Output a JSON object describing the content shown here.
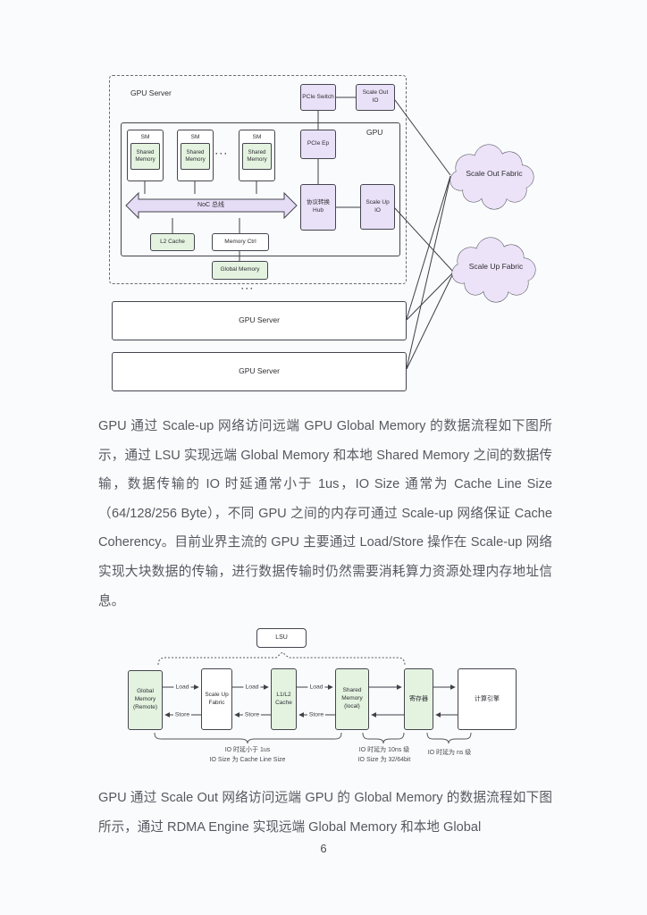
{
  "page": {
    "number": "6"
  },
  "colors": {
    "purple": "#e9e1f7",
    "green": "#e4f3e0",
    "cloud_fill": "#ece3f8",
    "line": "#3f3f46",
    "text": "#55595f"
  },
  "paragraphs": {
    "p1": "GPU 通过 Scale-up 网络访问远端 GPU Global Memory 的数据流程如下图所示，通过 LSU 实现远端 Global Memory 和本地 Shared Memory 之间的数据传输，数据传输的 IO 时延通常小于 1us，IO Size 通常为 Cache Line Size（64/128/256 Byte），不同 GPU 之间的内存可通过 Scale-up 网络保证 Cache Coherency。目前业界主流的 GPU 主要通过 Load/Store 操作在 Scale-up 网络实现大块数据的传输，进行数据传输时仍然需要消耗算力资源处理内存地址信息。",
    "p2": "GPU 通过 Scale Out 网络访问远端 GPU 的 Global Memory 的数据流程如下图所示，通过 RDMA Engine 实现远端 Global Memory 和本地 Global"
  },
  "diagram1": {
    "gpu_server_label": "GPU Server",
    "gpu_label": "GPU",
    "pcie_switch": "PCIe Switch",
    "scale_out_io": "Scale Out IO",
    "pcie_ep": "PCIe Ep",
    "sm_label": "SM",
    "shared_memory": "Shared Memory",
    "noc_bus": "NoC 总线",
    "hub_line1": "协议转换",
    "hub_line2": "Hub",
    "scale_up_io": "Scale Up IO",
    "l2_cache": "L2 Cache",
    "memory_ctrl": "Memory Ctrl",
    "global_memory": "Global Memory",
    "ellipsis": "···",
    "gpu_server_2": "GPU Server",
    "gpu_server_3": "GPU Server",
    "scale_out_fabric": "Scale Out Fabric",
    "scale_up_fabric": "Scale Up Fabric"
  },
  "diagram2": {
    "lsu": "LSU",
    "boxes": [
      "Global Memory (Remote)",
      "Scale Up Fabric",
      "L1/L2 Cache",
      "Shared Memory (local)",
      "寄存器",
      "计算引擎"
    ],
    "load": "Load",
    "store": "Store",
    "brace1_line1": "IO 时延小于 1us",
    "brace1_line2": "IO Size 为 Cache Line Size",
    "brace2_line1": "IO 时延为 10ns 级",
    "brace2_line2": "IO Size 为 32/64bit",
    "brace3_line1": "IO 时延为 ns 级"
  }
}
